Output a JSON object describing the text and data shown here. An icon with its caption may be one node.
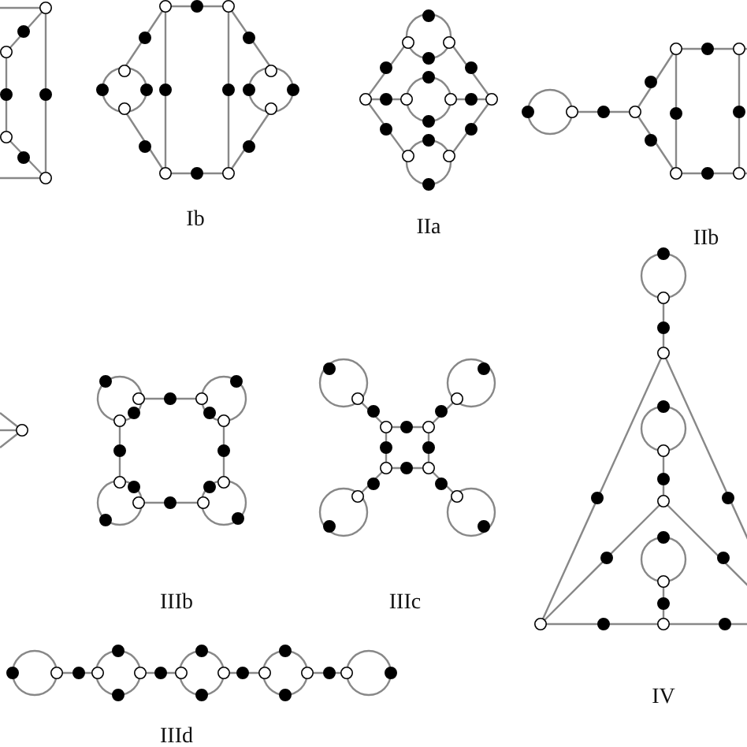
{
  "diagram": {
    "labels": [
      "Ib",
      "IIa",
      "IIb",
      "IIIb",
      "IIIc",
      "IIId",
      "IV"
    ]
  }
}
